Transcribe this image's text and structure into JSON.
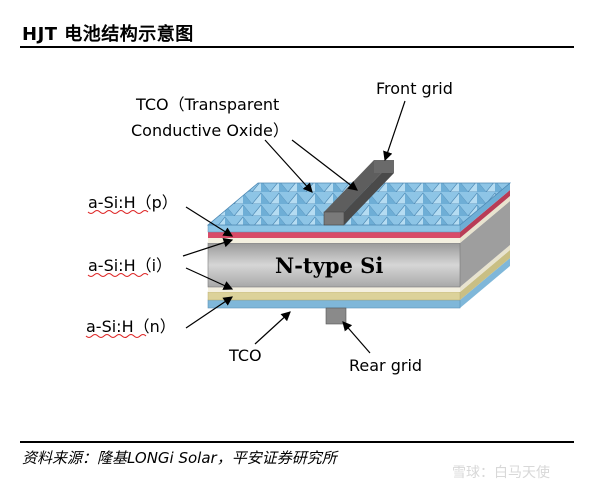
{
  "header": {
    "title": "HJT 电池结构示意图"
  },
  "labels": {
    "tco_top_line1": "TCO（Transparent",
    "tco_top_line2": "Conductive Oxide）",
    "front_grid": "Front grid",
    "a_si_p": "a-Si:H（p）",
    "a_si_i": "a-Si:H（i）",
    "a_si_n": "a-Si:H（n）",
    "tco_bottom": "TCO",
    "rear_grid": "Rear grid",
    "n_type_si": "N-type Si"
  },
  "footer": {
    "source": "资料来源：隆基LONGi Solar，平安证券研究所",
    "watermark": "雪球：白马天使"
  },
  "colors": {
    "tco_blue": "#8ec5e6",
    "p_layer": "#d84b68",
    "i_layer": "#f4f0e0",
    "n_layer": "#dcd29a",
    "silicon": "#bfbfbf",
    "grid": "#8a8a8a"
  }
}
